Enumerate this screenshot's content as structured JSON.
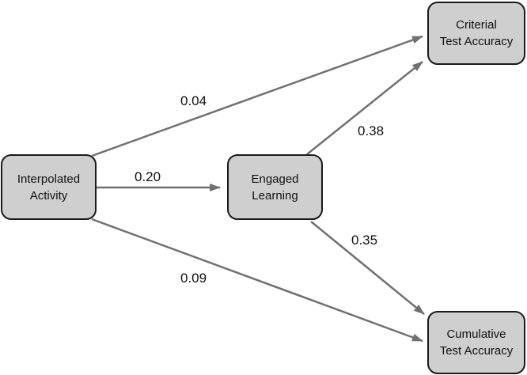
{
  "nodes": {
    "interpolated_activity": {
      "line1": "Interpolated",
      "line2": "Activity"
    },
    "engaged_learning": {
      "line1": "Engaged",
      "line2": "Learning"
    },
    "criterial_test_accuracy": {
      "line1": "Criterial",
      "line2": "Test Accuracy"
    },
    "cumulative_test_accuracy": {
      "line1": "Cumulative",
      "line2": "Test Accuracy"
    }
  },
  "paths": {
    "interpolated_to_criterial": "0.04",
    "interpolated_to_engaged": "0.20",
    "engaged_to_criterial": "0.38",
    "engaged_to_cumulative": "0.35",
    "interpolated_to_cumulative": "0.09"
  },
  "colors": {
    "node_fill": "#cfcfcf",
    "node_border": "#1a1a1a",
    "arrow": "#707070",
    "text": "#111111"
  }
}
